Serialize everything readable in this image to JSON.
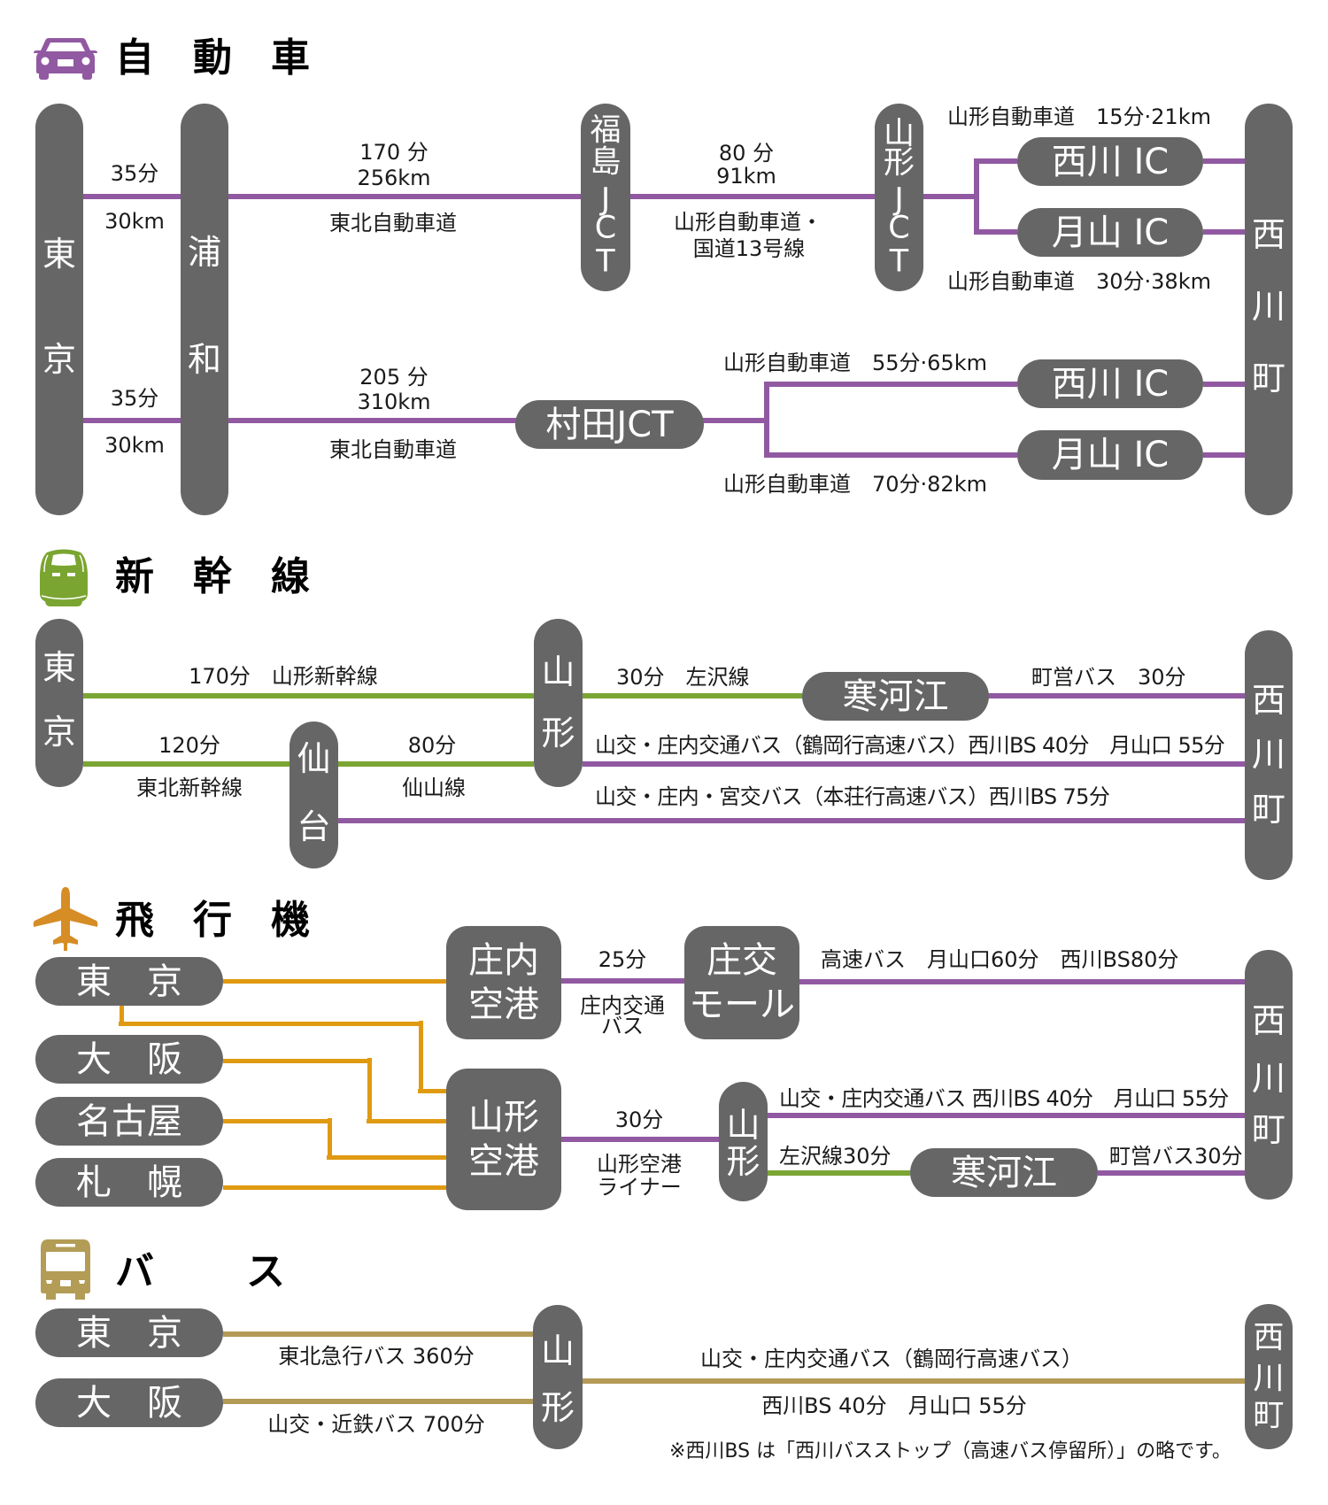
{
  "colors": {
    "node_gray": "#666666",
    "car_purple": "#9159a1",
    "rail_green": "#7ba534",
    "air_orange": "#e09a12",
    "bus_gold": "#b39b57",
    "train_icon": "#7aa531",
    "plane_icon": "#d68d26",
    "bus_icon": "#b39c55"
  },
  "car": {
    "icon": "car-icon",
    "title": "自動車",
    "nodes": {
      "tokyo": [
        "東",
        "京"
      ],
      "urawa": [
        "浦",
        "和"
      ],
      "fukushima_jct": [
        "福",
        "島",
        "J",
        "C",
        "T"
      ],
      "yamagata_jct": [
        "山",
        "形",
        "J",
        "C",
        "T"
      ],
      "murata_jct": "村田JCT",
      "nishikawa_ic": "西川 IC",
      "gassan_ic": "月山 IC",
      "nishikawa_town": [
        "西",
        "川",
        "町"
      ]
    },
    "route_fukushima": {
      "tokyo_urawa_time": "35分",
      "tokyo_urawa_distance": "30km",
      "urawa_fukushima_time": "170 分",
      "urawa_fukushima_distance": "256km",
      "urawa_fukushima_road": "東北自動車道",
      "fukushima_yamagata_time": "80 分",
      "fukushima_yamagata_distance": "91km",
      "fukushima_yamagata_road": [
        "山形自動車道・",
        "国道13号線"
      ],
      "to_nishikawa_ic": "山形自動車道　15分·21km",
      "to_gassan_ic": "山形自動車道　30分·38km"
    },
    "route_murata": {
      "tokyo_urawa_time": "35分",
      "tokyo_urawa_distance": "30km",
      "urawa_murata_time": "205 分",
      "urawa_murata_distance": "310km",
      "urawa_murata_road": "東北自動車道",
      "to_nishikawa_ic": "山形自動車道　55分·65km",
      "to_gassan_ic": "山形自動車道　70分·82km"
    }
  },
  "shinkansen": {
    "icon": "shinkansen-icon",
    "title": "新幹線",
    "nodes": {
      "tokyo": [
        "東",
        "京"
      ],
      "sendai": [
        "仙",
        "台"
      ],
      "yamagata": [
        "山",
        "形"
      ],
      "sagae": "寒河江",
      "nishikawa_town": [
        "西",
        "川",
        "町"
      ]
    },
    "segments": {
      "tokyo_yamagata": "170分　山形新幹線",
      "tokyo_sendai_time": "120分",
      "tokyo_sendai_line": "東北新幹線",
      "sendai_yamagata_time": "80分",
      "sendai_yamagata_line": "仙山線",
      "yamagata_sagae": "30分　左沢線",
      "sagae_nishikawa": "町営バス　30分",
      "yamagata_nishikawa_bus": "山交・庄内交通バス（鶴岡行高速バス）西川BS 40分　月山口 55分",
      "sendai_nishikawa_bus": "山交・庄内・宮交バス（本荘行高速バス）西川BS 75分"
    }
  },
  "airplane": {
    "icon": "airplane-icon",
    "title": "飛行機",
    "origins": [
      "東　京",
      "大　阪",
      "名古屋",
      "札　幌"
    ],
    "nodes": {
      "shonai_airport": [
        "庄内",
        "空港"
      ],
      "shoko_mall": [
        "庄交",
        "モール"
      ],
      "yamagata_airport": [
        "山形",
        "空港"
      ],
      "yamagata": [
        "山",
        "形"
      ],
      "sagae": "寒河江",
      "nishikawa_town": [
        "西",
        "川",
        "町"
      ]
    },
    "segments": {
      "shonai_shoko_time": "25分",
      "shonai_shoko_bus": [
        "庄内交通",
        "バス"
      ],
      "shoko_nishikawa": "高速バス　月山口60分　西川BS80分",
      "airport_yamagata_time": "30分",
      "airport_yamagata_bus": [
        "山形空港",
        "ライナー"
      ],
      "yamagata_nishikawa_bus": "山交・庄内交通バス 西川BS 40分　月山口 55分",
      "yamagata_sagae": "左沢線30分",
      "sagae_nishikawa": "町営バス30分"
    }
  },
  "bus": {
    "icon": "bus-icon",
    "title": "バス",
    "origins": [
      "東　京",
      "大　阪"
    ],
    "nodes": {
      "yamagata": [
        "山",
        "形"
      ],
      "nishikawa_town": [
        "西",
        "川",
        "町"
      ]
    },
    "segments": {
      "tokyo_yamagata": "東北急行バス 360分",
      "osaka_yamagata": "山交・近鉄バス 700分",
      "yamagata_nishikawa_line1": "山交・庄内交通バス（鶴岡行高速バス）",
      "yamagata_nishikawa_line2": "西川BS 40分　月山口 55分"
    }
  },
  "footnote": "※西川BS は「西川バスストップ（高速バス停留所）」の略です。"
}
